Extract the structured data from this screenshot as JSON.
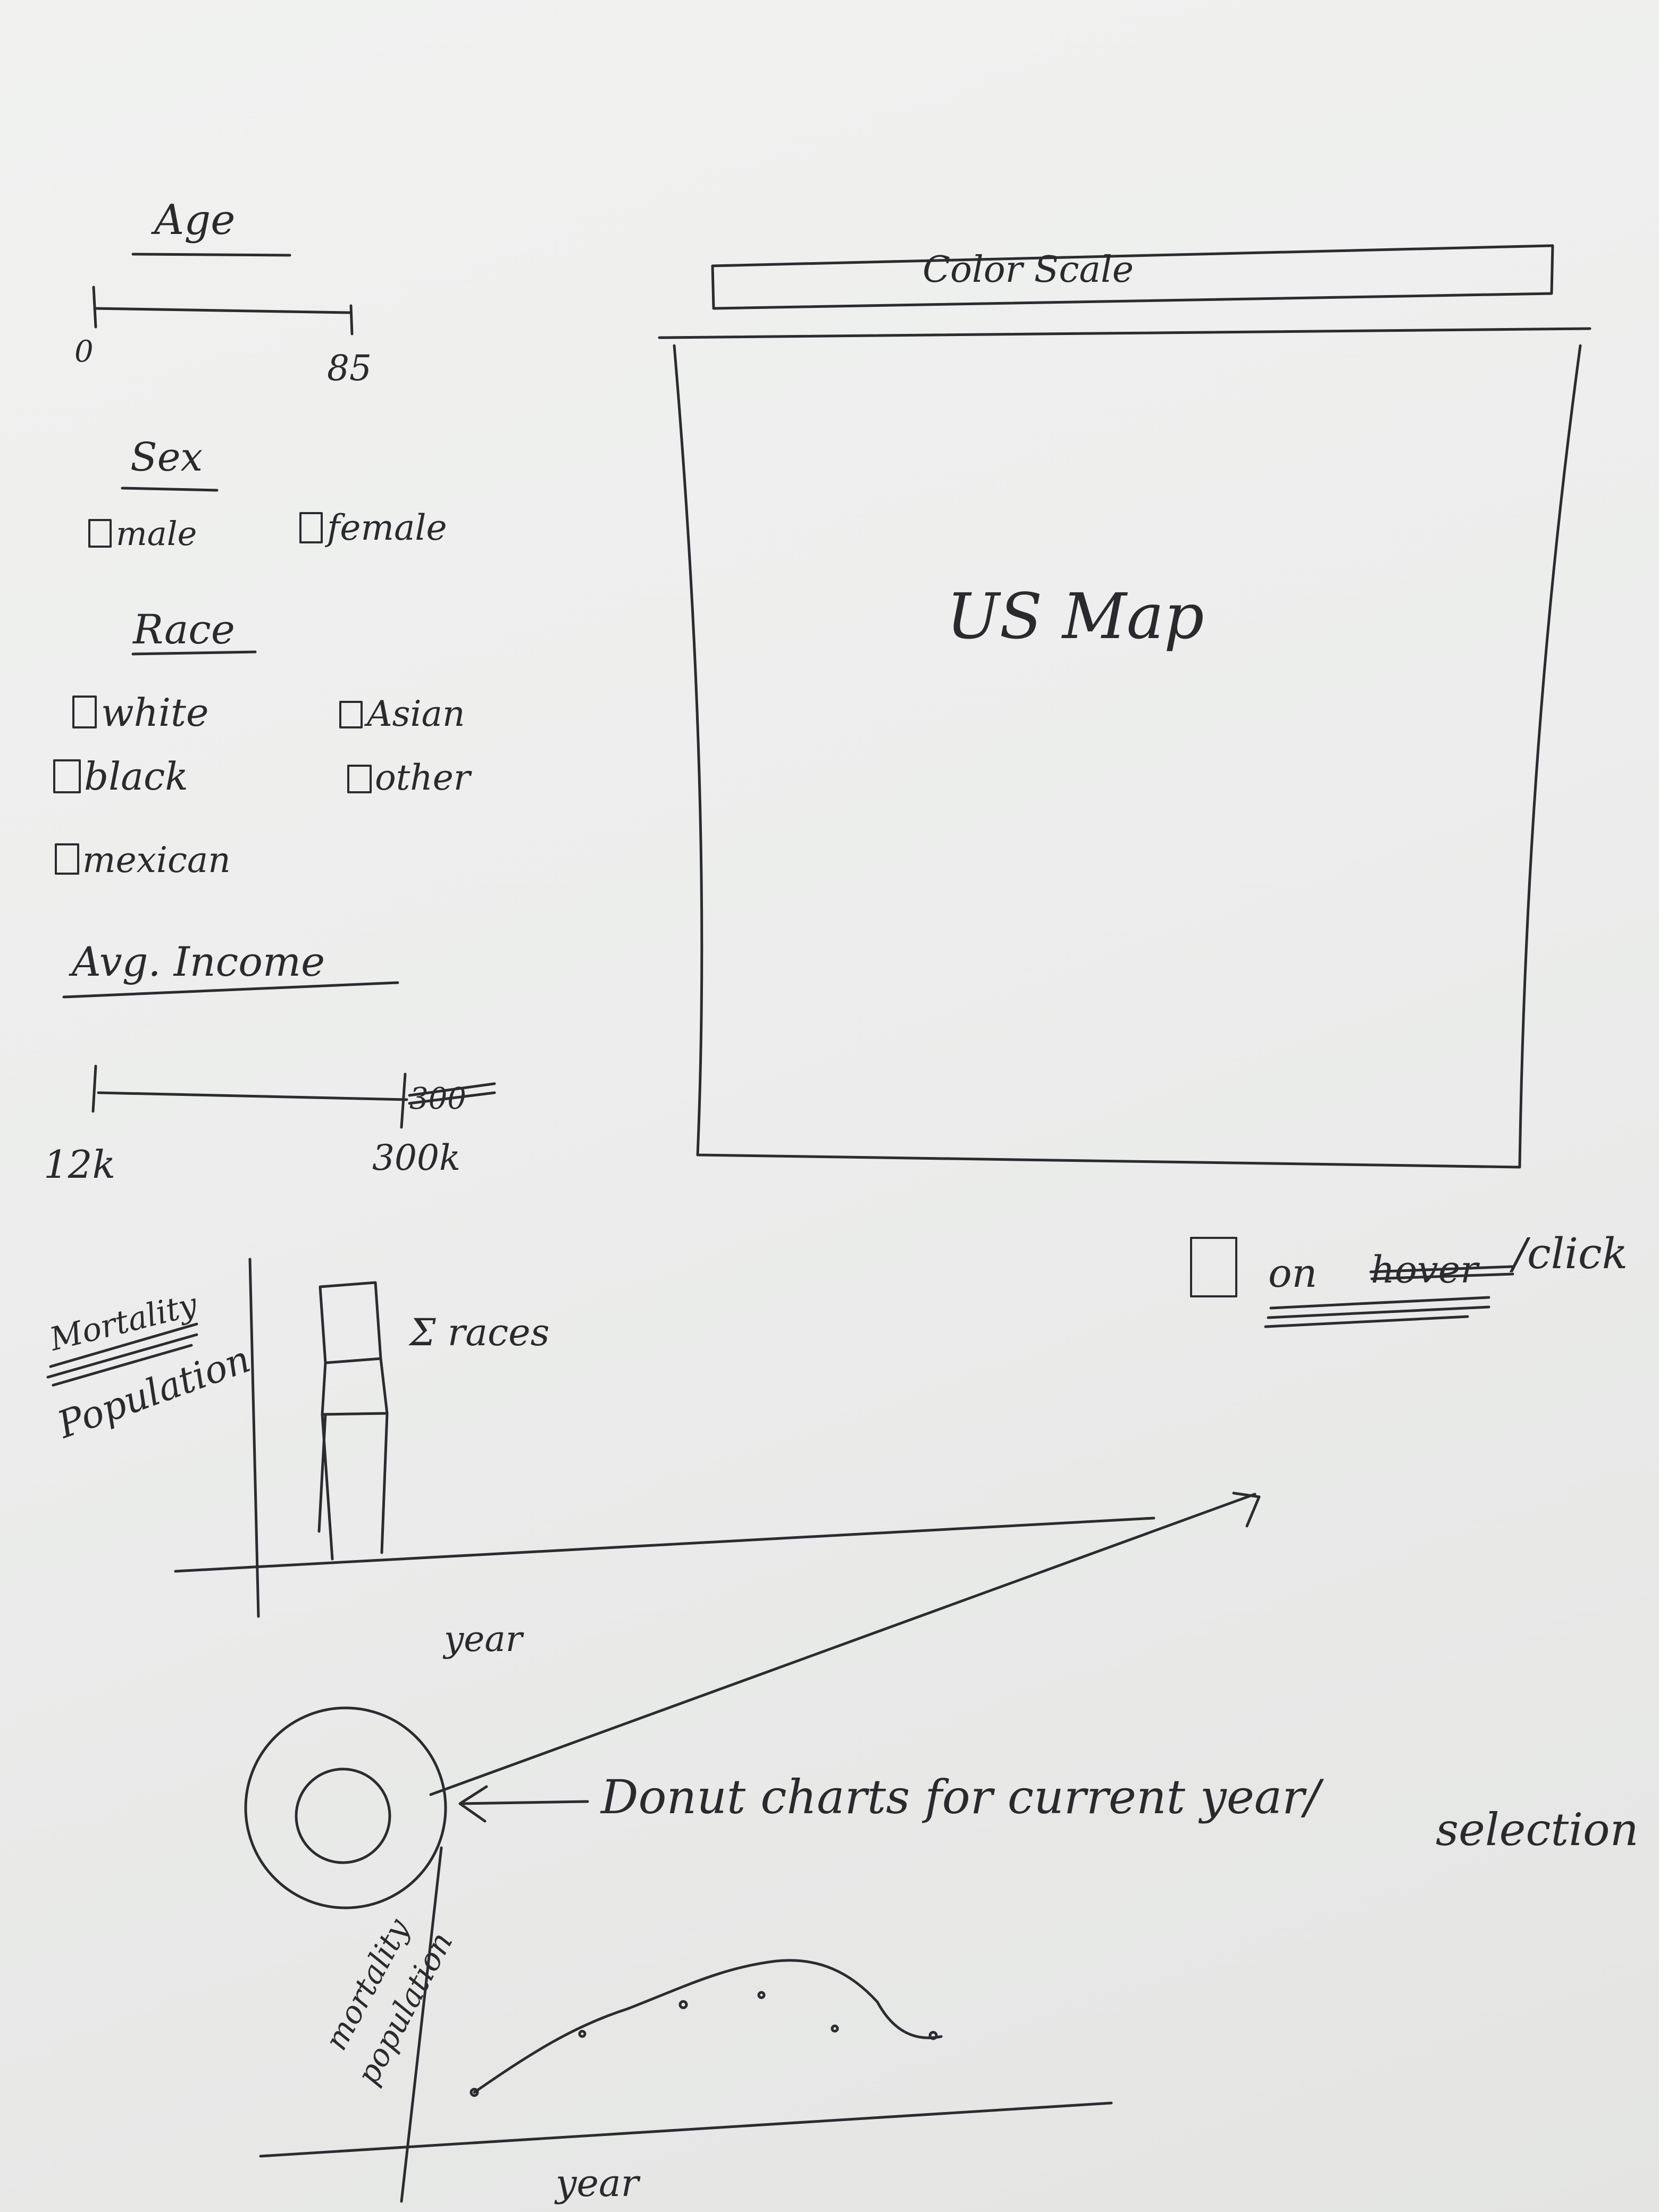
{
  "filters": {
    "age": {
      "title": "Age",
      "min_label": "0",
      "max_label": "85"
    },
    "sex": {
      "title": "Sex",
      "options": [
        "male",
        "female"
      ]
    },
    "race": {
      "title": "Race",
      "options": [
        "white",
        "Asian",
        "black",
        "other",
        "mexican"
      ]
    },
    "income": {
      "title": "Avg. Income",
      "min_label": "12k",
      "max_label": "300k",
      "struck_label": "300"
    }
  },
  "map": {
    "color_scale_label": "Color Scale",
    "label": "US Map"
  },
  "toggle": {
    "label": "on",
    "struck_word": "hover",
    "suffix": "/click"
  },
  "bar_chart": {
    "ylabel_struck": "Mortality",
    "ylabel": "Population",
    "annotation": "Σ races",
    "xlabel": "year"
  },
  "donut": {
    "annotation_line1": "Donut charts for current year/",
    "annotation_line2": "selection"
  },
  "line_chart": {
    "ylabel_line1": "mortality",
    "ylabel_line2": "population",
    "xlabel": "year"
  }
}
